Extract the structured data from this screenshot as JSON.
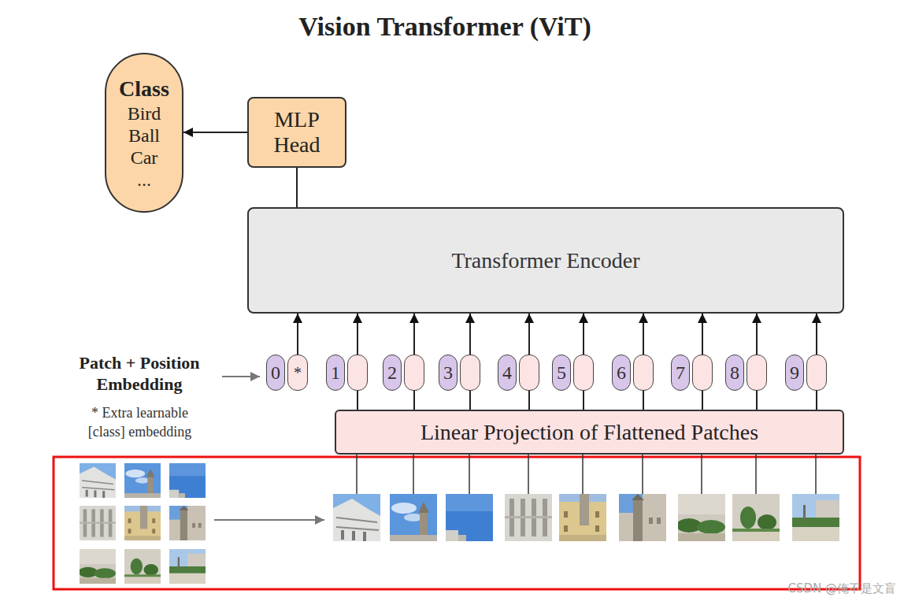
{
  "diagram": {
    "title": "Vision Transformer (ViT)",
    "nodes": [
      {
        "text": [
          "Class",
          "Bird",
          "Ball",
          "Car",
          "..."
        ]
      },
      {
        "text": [
          "MLP Head"
        ]
      },
      {
        "text": [
          "Transformer Encoder"
        ]
      },
      {
        "text": [
          "0",
          "*"
        ]
      },
      {
        "text": [
          "1"
        ]
      },
      {
        "text": [
          "2"
        ]
      },
      {
        "text": [
          "3"
        ]
      },
      {
        "text": [
          "4"
        ]
      },
      {
        "text": [
          "5"
        ]
      },
      {
        "text": [
          "6"
        ]
      },
      {
        "text": [
          "7"
        ]
      },
      {
        "text": [
          "8"
        ]
      },
      {
        "text": [
          "9"
        ]
      },
      {
        "text": [
          "Linear Projection of Flattened Patches"
        ]
      }
    ],
    "edges": [
      {
        "from": 1,
        "to": 0,
        "arrow": "to"
      },
      {
        "from": 2,
        "to": 1,
        "arrow": "none"
      },
      {
        "from": 3,
        "to": 2,
        "arrow": "to"
      },
      {
        "from": 4,
        "to": 2,
        "arrow": "to"
      },
      {
        "from": 5,
        "to": 2,
        "arrow": "to"
      },
      {
        "from": 6,
        "to": 2,
        "arrow": "to"
      },
      {
        "from": 7,
        "to": 2,
        "arrow": "to"
      },
      {
        "from": 8,
        "to": 2,
        "arrow": "to"
      },
      {
        "from": 9,
        "to": 2,
        "arrow": "to"
      },
      {
        "from": 10,
        "to": 2,
        "arrow": "to"
      },
      {
        "from": 11,
        "to": 2,
        "arrow": "to"
      },
      {
        "from": 12,
        "to": 2,
        "arrow": "to"
      },
      {
        "from": 13,
        "to": 4,
        "arrow": "none"
      },
      {
        "from": 13,
        "to": 5,
        "arrow": "none"
      },
      {
        "from": 13,
        "to": 6,
        "arrow": "none"
      },
      {
        "from": 13,
        "to": 7,
        "arrow": "none"
      },
      {
        "from": 13,
        "to": 8,
        "arrow": "none"
      },
      {
        "from": 13,
        "to": 9,
        "arrow": "none"
      },
      {
        "from": 13,
        "to": 10,
        "arrow": "none"
      },
      {
        "from": 13,
        "to": 11,
        "arrow": "none"
      },
      {
        "from": 13,
        "to": 12,
        "arrow": "none"
      }
    ],
    "labels": [
      "Patch + Position Embedding",
      "* Extra learnable [class] embedding",
      "CSDN @俺不是文盲"
    ]
  }
}
